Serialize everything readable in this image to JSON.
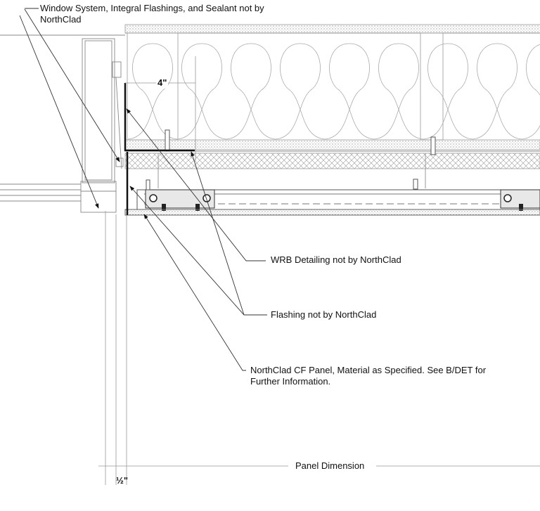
{
  "notes": {
    "window_system": [
      "Window System, Integral Flashings, and Sealant not by",
      "NorthClad"
    ],
    "wrb": "WRB Detailing not by NorthClad",
    "flashing": "Flashing not by NorthClad",
    "panel": [
      "NorthClad CF Panel, Material as Specified.  See B/DET for",
      "Further Information."
    ]
  },
  "dimensions": {
    "flashing_return": "4\"",
    "panel_dimension": "Panel Dimension",
    "gap": "½\""
  },
  "colors": {
    "line": "#222222",
    "light_line": "#999999"
  }
}
